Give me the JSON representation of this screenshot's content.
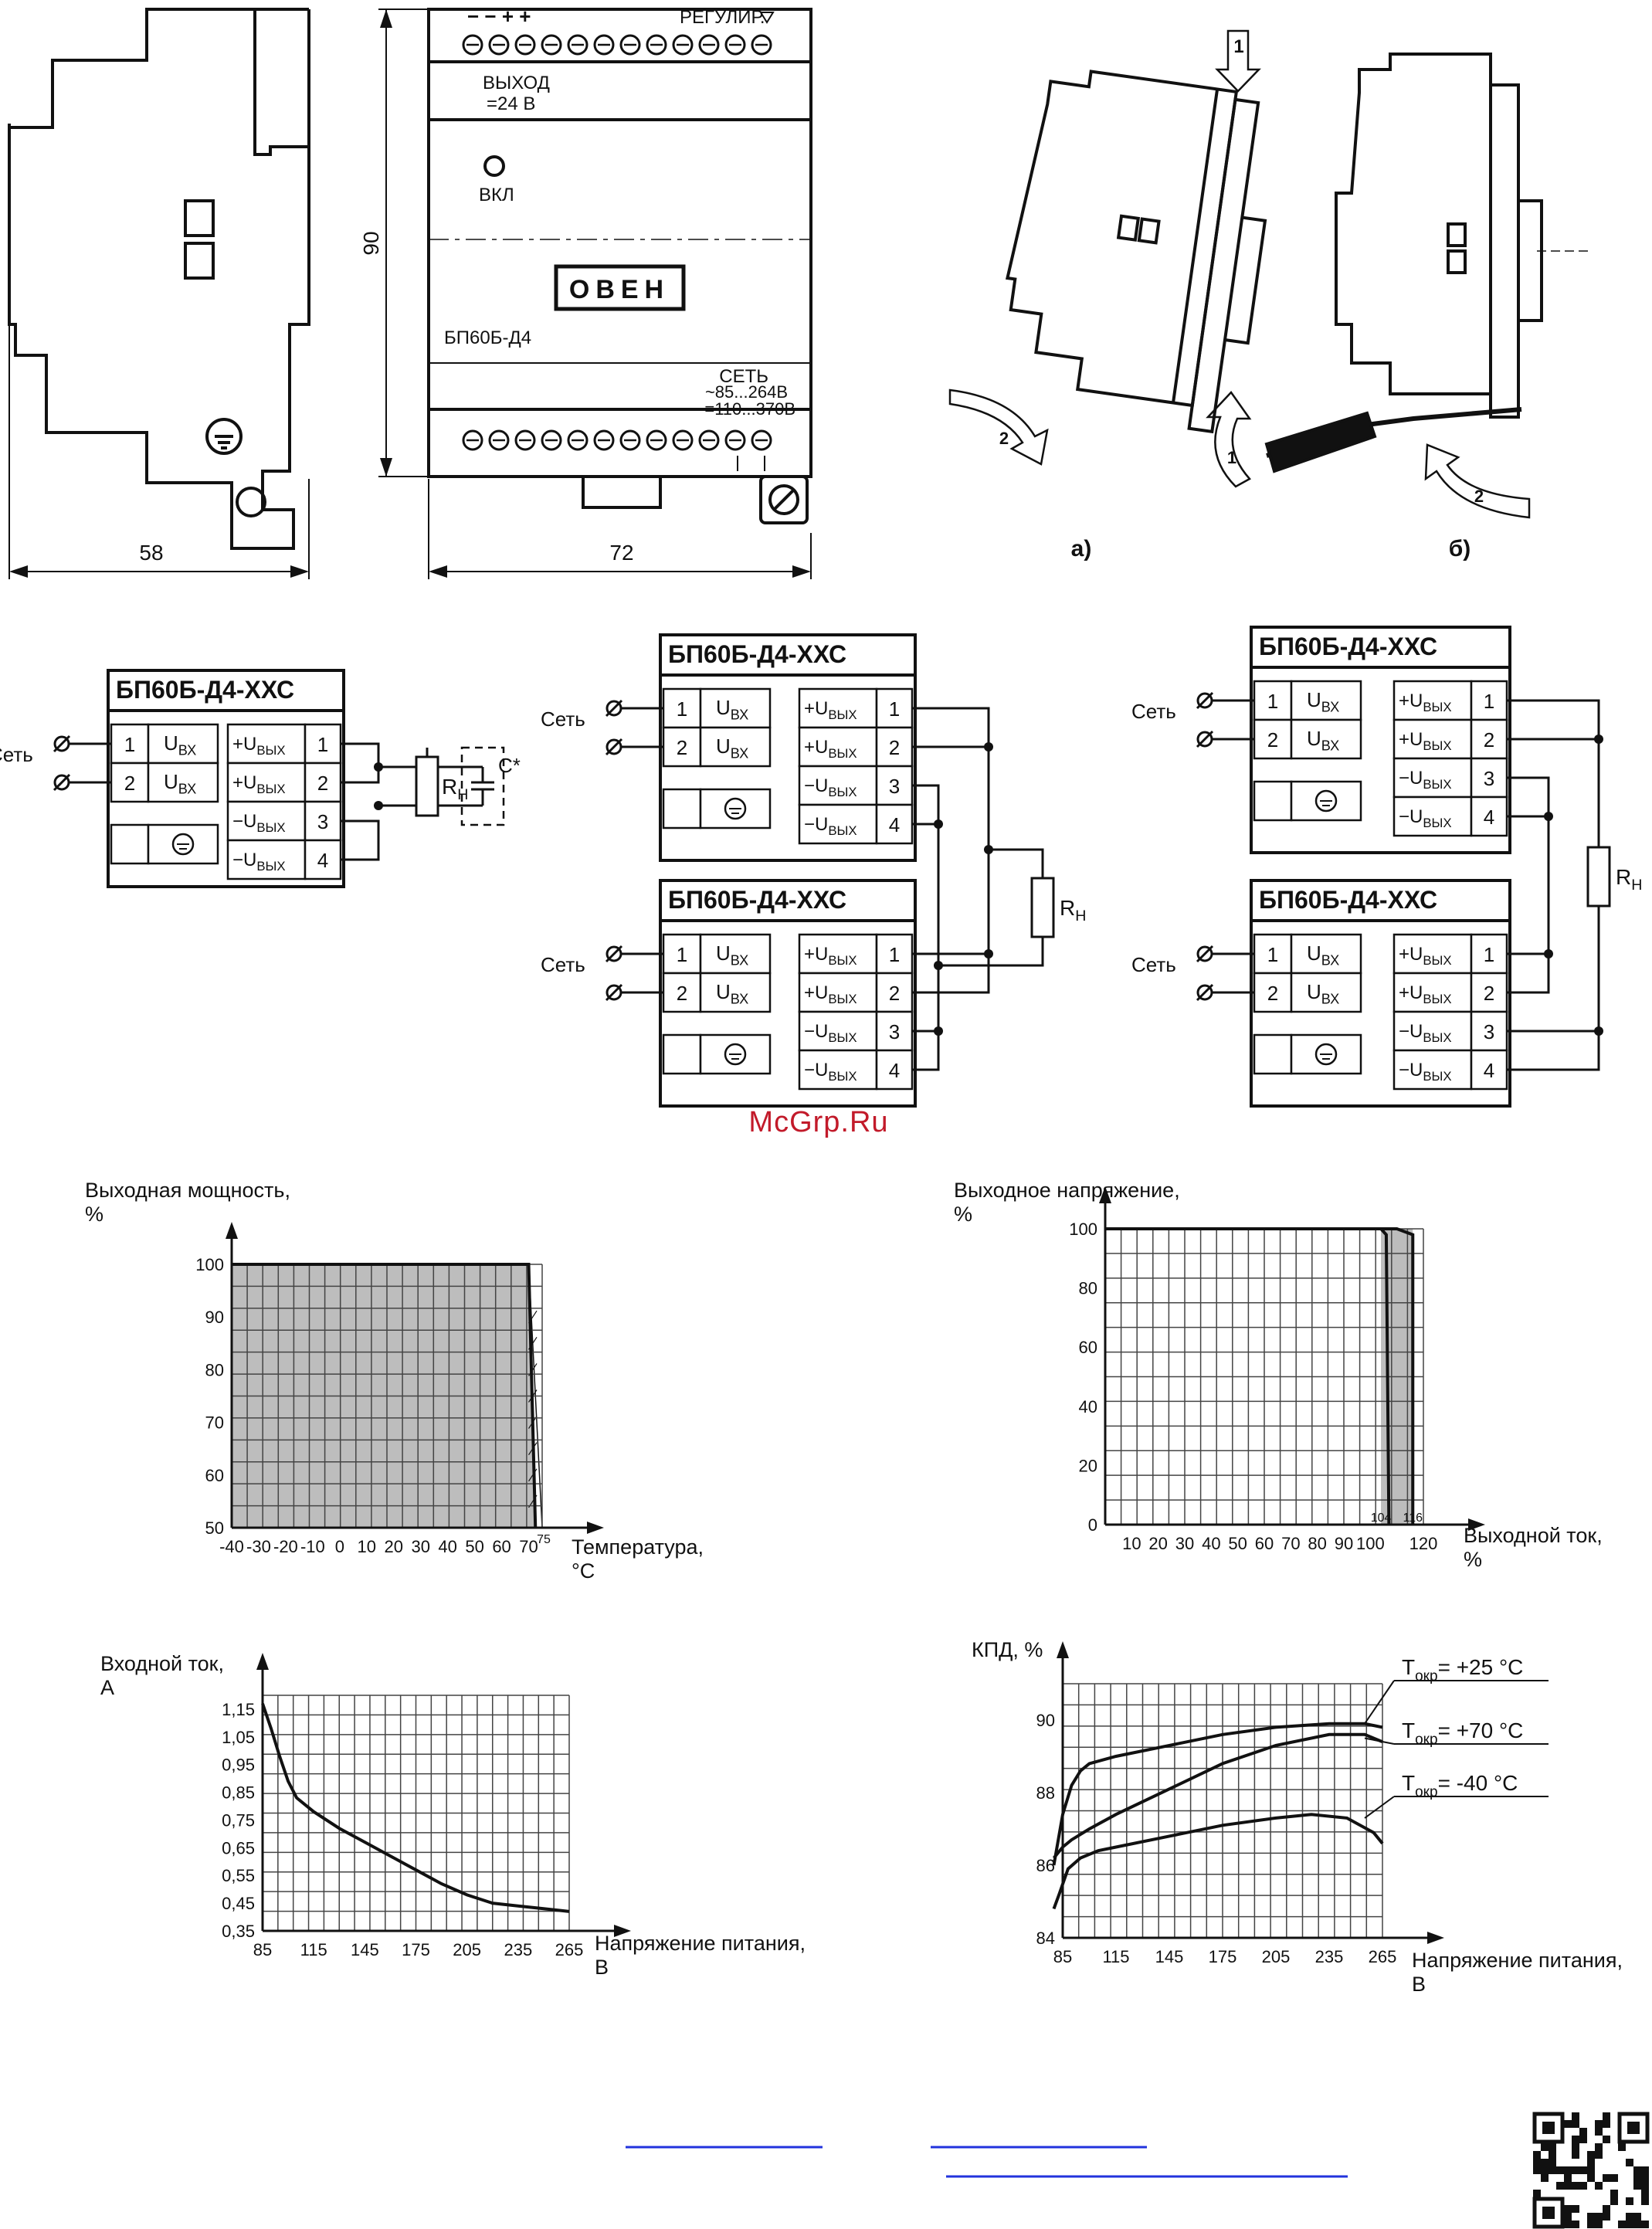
{
  "drawing": {
    "dim_width_side": "58",
    "dim_width_front": "72",
    "dim_height": "90",
    "front_labels": {
      "terminals_top_signs": "− − + +",
      "regul": "РЕГУЛИР.",
      "output": "ВЫХОД",
      "output_voltage": "=24 В",
      "led": "ВКЛ",
      "logo": "ОВЕН",
      "model": "БП60Б-Д4",
      "mains": "СЕТЬ",
      "mains_ac": "~85...264В",
      "mains_dc": "=110...370В"
    },
    "mount_labels": {
      "a": "а)",
      "b": "б)",
      "arrow1": "1",
      "arrow2": "2"
    }
  },
  "circuits": {
    "block_title": "БП60Б-Д4-ХХС",
    "mains_label": "Сеть",
    "in_label": "U",
    "in_sub": "ВХ",
    "out_plus": "+U",
    "out_minus": "−U",
    "out_sub": "ВЫХ",
    "load": "R",
    "load_sub": "Н",
    "cap": "C*",
    "pin_nums": [
      "1",
      "2",
      "3",
      "4"
    ]
  },
  "watermark": "McGrp.Ru",
  "chart_data": [
    {
      "type": "area",
      "ylabel": "Выходная мощность, %",
      "xlabel": "Температура, °С",
      "x_ticks": [
        -40,
        -30,
        -20,
        -10,
        0,
        10,
        20,
        30,
        40,
        50,
        60,
        70
      ],
      "x_extra_tick": 75,
      "y_ticks": [
        50,
        60,
        70,
        80,
        90,
        100
      ],
      "xlim": [
        -40,
        75
      ],
      "ylim": [
        50,
        100
      ],
      "series": [
        {
          "x": [
            -40,
            70,
            72.5
          ],
          "y": [
            100,
            100,
            50
          ]
        }
      ],
      "hatched_band": {
        "x": [
          70,
          75
        ]
      }
    },
    {
      "type": "line",
      "ylabel": "Выходное напряжение, %",
      "xlabel": "Выходной ток, %",
      "x_ticks": [
        10,
        20,
        30,
        40,
        50,
        60,
        70,
        80,
        90,
        100,
        120
      ],
      "x_extra_ticks": [
        104,
        116
      ],
      "y_ticks": [
        0,
        20,
        40,
        60,
        80,
        100
      ],
      "xlim": [
        0,
        120
      ],
      "ylim": [
        0,
        100
      ],
      "series": [
        {
          "x": [
            0,
            104,
            106,
            107
          ],
          "y": [
            100,
            100,
            98,
            0
          ]
        },
        {
          "x": [
            0,
            110,
            116,
            116
          ],
          "y": [
            100,
            100,
            98,
            0
          ]
        }
      ],
      "band": {
        "x": [
          104,
          116
        ]
      }
    },
    {
      "type": "line",
      "ylabel": "Входной ток, А",
      "xlabel": "Напряжение питания, В",
      "x_ticks": [
        85,
        115,
        145,
        175,
        205,
        235,
        265
      ],
      "y_ticks": [
        "0,35",
        "0,45",
        "0,55",
        "0,65",
        "0,75",
        "0,85",
        "0,95",
        "1,05",
        "1,15"
      ],
      "xlim": [
        85,
        265
      ],
      "ylim": [
        0.35,
        1.2
      ],
      "series": [
        {
          "x": [
            85,
            90,
            95,
            100,
            105,
            115,
            130,
            145,
            160,
            175,
            190,
            205,
            220,
            235,
            250,
            265
          ],
          "y": [
            1.17,
            1.08,
            0.98,
            0.89,
            0.83,
            0.78,
            0.72,
            0.67,
            0.62,
            0.57,
            0.52,
            0.48,
            0.45,
            0.44,
            0.43,
            0.42
          ]
        }
      ]
    },
    {
      "type": "line",
      "ylabel": "КПД, %",
      "xlabel": "Напряжение питания, В",
      "x_ticks": [
        85,
        115,
        145,
        175,
        205,
        235,
        265
      ],
      "y_ticks": [
        84,
        86,
        88,
        90
      ],
      "xlim": [
        85,
        265
      ],
      "ylim": [
        84,
        91
      ],
      "series": [
        {
          "name": "Т",
          "label_sub": "окр",
          "label_value": "= +25 °С",
          "x": [
            80,
            85,
            90,
            95,
            100,
            115,
            145,
            175,
            205,
            235,
            255,
            265
          ],
          "y": [
            86,
            87.4,
            88.2,
            88.6,
            88.8,
            89.0,
            89.3,
            89.6,
            89.8,
            89.9,
            89.9,
            89.8
          ]
        },
        {
          "name": "Т",
          "label_sub": "окр",
          "label_value": "= +70 °С",
          "x": [
            80,
            85,
            90,
            100,
            115,
            145,
            175,
            205,
            235,
            255,
            265
          ],
          "y": [
            86.2,
            86.5,
            86.7,
            87.0,
            87.4,
            88.1,
            88.8,
            89.3,
            89.6,
            89.6,
            89.4
          ]
        },
        {
          "name": "Т",
          "label_sub": "окр",
          "label_value": "= -40 °С",
          "x": [
            80,
            83,
            88,
            95,
            105,
            115,
            145,
            175,
            205,
            225,
            245,
            260,
            265
          ],
          "y": [
            84.8,
            85.2,
            85.9,
            86.2,
            86.4,
            86.5,
            86.8,
            87.1,
            87.3,
            87.4,
            87.3,
            86.9,
            86.6
          ]
        }
      ]
    }
  ]
}
